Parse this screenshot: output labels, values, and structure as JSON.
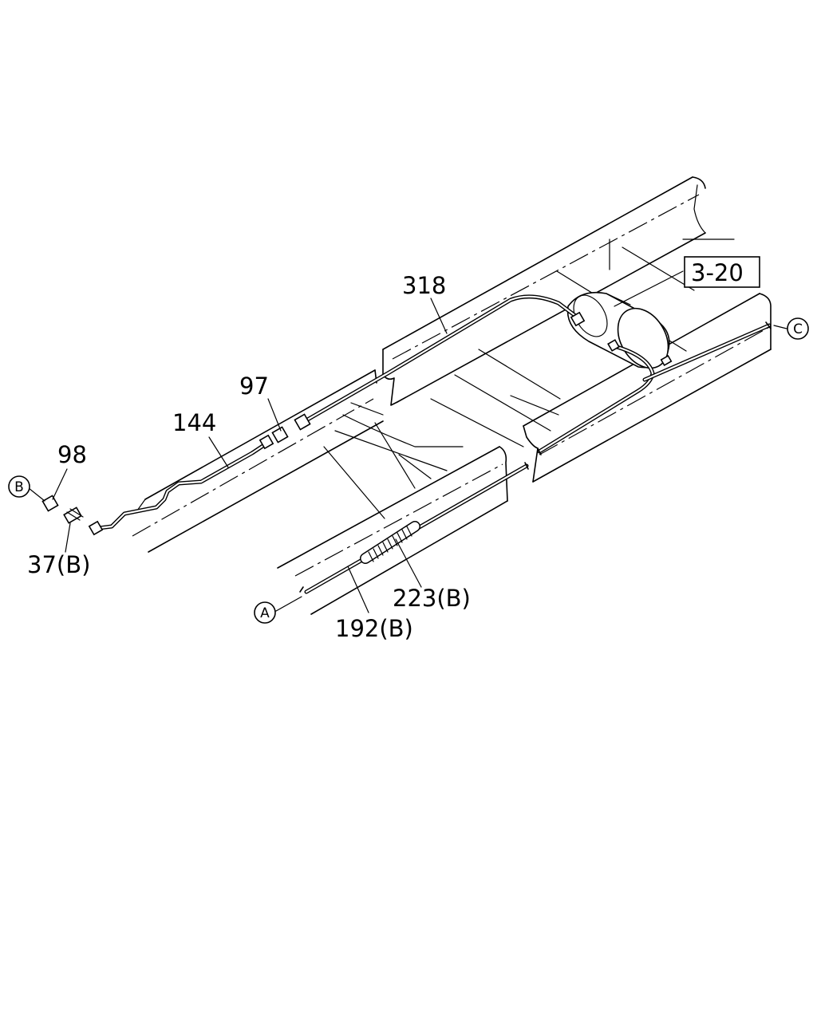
{
  "callouts": {
    "label_318": "318",
    "label_3_20": "3-20",
    "label_97": "97",
    "label_144": "144",
    "label_98": "98",
    "label_37b": "37(B)",
    "label_223b": "223(B)",
    "label_192b": "192(B)"
  },
  "references": {
    "ref_a": "A",
    "ref_b": "B",
    "ref_c": "C"
  }
}
